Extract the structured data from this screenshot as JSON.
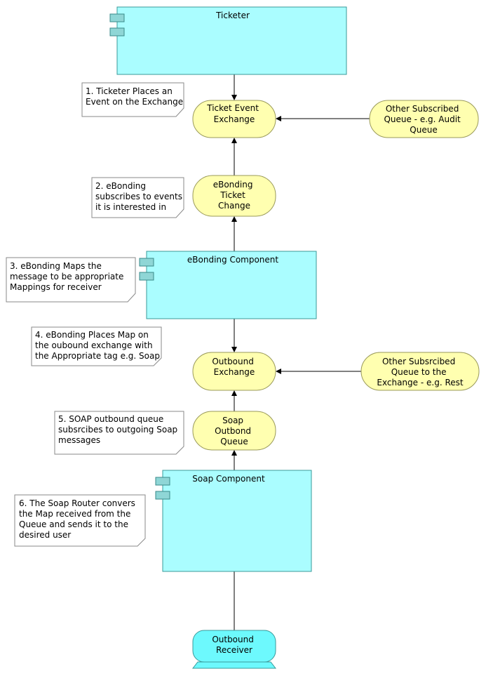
{
  "diagram": {
    "components": {
      "ticketer": "Ticketer",
      "ebonding": "eBonding Component",
      "soap": "Soap Component"
    },
    "queues": {
      "ticket_event_exchange": [
        "Ticket Event",
        "Exchange"
      ],
      "other_subscribed_audit": [
        "Other Subscribed",
        "Queue - e.g. Audit",
        "Queue"
      ],
      "ebonding_ticket_change": [
        "eBonding",
        "Ticket",
        "Change"
      ],
      "outbound_exchange": [
        "Outbound",
        "Exchange"
      ],
      "other_subscribed_rest": [
        "Other Subsrcibed",
        "Queue to the",
        "Exchange - e.g. Rest"
      ],
      "soap_outbond_queue": [
        "Soap",
        "Outbond",
        "Queue"
      ]
    },
    "receiver": [
      "Outbound",
      "Receiver"
    ],
    "notes": {
      "n1": [
        "1. Ticketer Places an",
        "Event on the Exchange"
      ],
      "n2": [
        "2. eBonding",
        "subscribes to events",
        "it is interested in"
      ],
      "n3": [
        "3. eBonding Maps the",
        "message to be appropriate",
        "Mappings for receiver"
      ],
      "n4": [
        "4. eBonding Places Map on",
        "the oubound exchange with",
        "the Appropriate tag e.g. Soap"
      ],
      "n5": [
        "5. SOAP outbound queue",
        "subsrcibes to outgoing Soap",
        "messages"
      ],
      "n6": [
        "6. The Soap Router convers",
        "the Map received from the",
        "Queue and sends it to the",
        "desired user"
      ]
    },
    "colors": {
      "component_fill": "#aafdff",
      "queue_fill": "#ffffb0",
      "receiver_fill": "#6df9fd",
      "note_fill": "#ffffff"
    }
  }
}
